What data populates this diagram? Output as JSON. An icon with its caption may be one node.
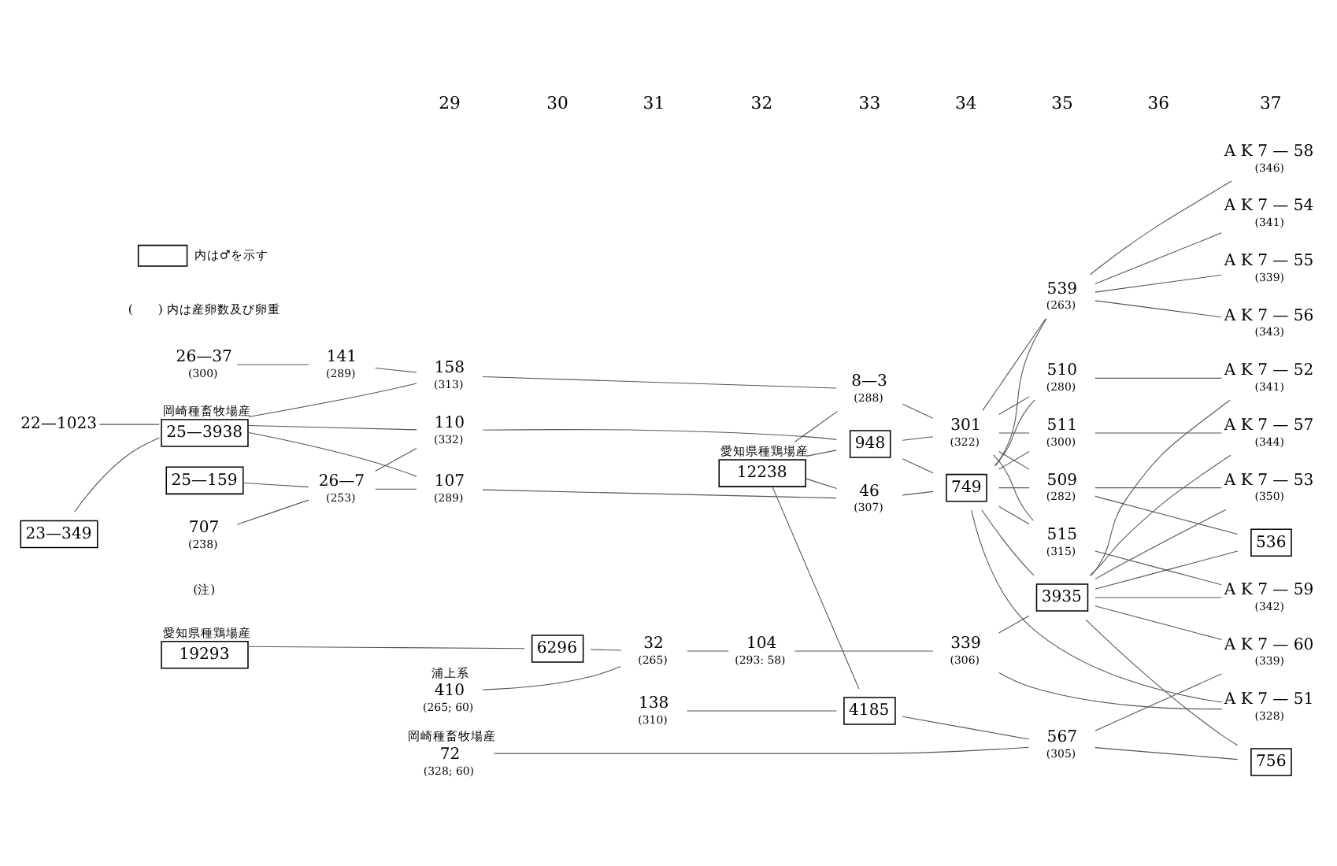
{
  "diagram": {
    "nodes": [
      {
        "text": [
          "浦上系",
          "410",
          "(265; 60)"
        ]
      },
      {
        "text": [
          "32",
          "(265)"
        ]
      },
      {
        "text": [
          "104",
          "(293: 58)"
        ]
      },
      {
        "text": [
          "339",
          "(306)"
        ]
      },
      {
        "text": [
          "A K 7 — 51",
          "(328)"
        ]
      },
      {
        "text": [
          "愛知県種鶏場産",
          "19293"
        ]
      },
      {
        "text": [
          "6296"
        ]
      },
      {
        "text": [
          "愛知県種鶏場産",
          "12238"
        ]
      },
      {
        "text": [
          "A K 7 — 54",
          "(341)"
        ]
      },
      {
        "text": [
          "A K 7 — 55",
          "(339)"
        ]
      },
      {
        "text": [
          "A K 7 — 56",
          "(343)"
        ]
      },
      {
        "text": [
          "A K 7 — 58",
          "(346)"
        ]
      },
      {
        "text": [
          "23—349"
        ]
      },
      {
        "text": [
          "岡崎種畜牧場産",
          "25—3938"
        ]
      },
      {
        "text": [
          "110",
          "(332)"
        ]
      },
      {
        "text": [
          "948"
        ]
      },
      {
        "text": [
          "749"
        ]
      },
      {
        "text": [
          "3935"
        ]
      },
      {
        "text": [
          "22—1023"
        ]
      },
      {
        "text": [
          "25—159"
        ]
      },
      {
        "text": [
          "26—7",
          "(253)"
        ]
      },
      {
        "text": [
          "107",
          "(289)"
        ]
      },
      {
        "text": [
          "46",
          "(307)"
        ]
      },
      {
        "text": [
          "539",
          "(263)"
        ]
      },
      {
        "text": [
          "A K 7 — 52",
          "(341)"
        ]
      },
      {
        "text": [
          "707",
          "(238)"
        ]
      },
      {
        "text": [
          "510",
          "(280)"
        ]
      },
      {
        "text": [
          "26—37",
          "(300)"
        ]
      },
      {
        "text": [
          "141",
          "(289)"
        ]
      },
      {
        "text": [
          "158",
          "(313)"
        ]
      },
      {
        "text": [
          "8—3",
          "(288)"
        ]
      },
      {
        "text": [
          "301",
          "(322)"
        ]
      },
      {
        "text": [
          "509",
          "(282)"
        ]
      },
      {
        "text": [
          "A K 7 — 53",
          "(350)"
        ]
      },
      {
        "text": [
          "536"
        ]
      },
      {
        "text": [
          "515",
          "(315)"
        ]
      },
      {
        "text": [
          "A K 7 — 59",
          "(342)"
        ]
      },
      {
        "text": [
          "511",
          "(300)"
        ]
      },
      {
        "text": [
          "A K 7 — 57",
          "(344)"
        ]
      },
      {
        "text": [
          "138",
          "(310)"
        ]
      },
      {
        "text": [
          "4185"
        ]
      },
      {
        "text": [
          "567",
          "(305)"
        ]
      },
      {
        "text": [
          "A K 7 — 60",
          "(339)"
        ]
      },
      {
        "text": [
          "岡崎種畜牧場産",
          "72",
          "(328; 60)"
        ]
      },
      {
        "text": [
          "756"
        ]
      }
    ],
    "edges": [
      {
        "from": 0,
        "to": 1,
        "arrow": "none"
      },
      {
        "from": 6,
        "to": 1,
        "arrow": "none"
      },
      {
        "from": 5,
        "to": 6,
        "arrow": "none"
      },
      {
        "from": 1,
        "to": 2,
        "arrow": "none"
      },
      {
        "from": 2,
        "to": 3,
        "arrow": "none"
      },
      {
        "from": 3,
        "to": 4,
        "arrow": "none"
      },
      {
        "from": 16,
        "to": 4,
        "arrow": "none"
      },
      {
        "from": 3,
        "to": 17,
        "arrow": "none"
      },
      {
        "from": 12,
        "to": 13,
        "arrow": "none"
      },
      {
        "from": 18,
        "to": 13,
        "arrow": "none"
      },
      {
        "from": 13,
        "to": 14,
        "arrow": "none"
      },
      {
        "from": 13,
        "to": 21,
        "arrow": "none"
      },
      {
        "from": 13,
        "to": 29,
        "arrow": "none"
      },
      {
        "from": 20,
        "to": 14,
        "arrow": "none"
      },
      {
        "from": 19,
        "to": 20,
        "arrow": "none"
      },
      {
        "from": 25,
        "to": 20,
        "arrow": "none"
      },
      {
        "from": 20,
        "to": 21,
        "arrow": "none"
      },
      {
        "from": 27,
        "to": 28,
        "arrow": "none"
      },
      {
        "from": 28,
        "to": 29,
        "arrow": "none"
      },
      {
        "from": 14,
        "to": 15,
        "arrow": "none"
      },
      {
        "from": 21,
        "to": 22,
        "arrow": "none"
      },
      {
        "from": 29,
        "to": 30,
        "arrow": "none"
      },
      {
        "from": 7,
        "to": 15,
        "arrow": "none"
      },
      {
        "from": 7,
        "to": 22,
        "arrow": "none"
      },
      {
        "from": 7,
        "to": 30,
        "arrow": "none"
      },
      {
        "from": 7,
        "to": 40,
        "arrow": "none"
      },
      {
        "from": 15,
        "to": 16,
        "arrow": "none"
      },
      {
        "from": 15,
        "to": 31,
        "arrow": "none"
      },
      {
        "from": 22,
        "to": 16,
        "arrow": "none"
      },
      {
        "from": 30,
        "to": 31,
        "arrow": "none"
      },
      {
        "from": 16,
        "to": 17,
        "arrow": "none"
      },
      {
        "from": 16,
        "to": 23,
        "arrow": "none"
      },
      {
        "from": 16,
        "to": 26,
        "arrow": "none"
      },
      {
        "from": 16,
        "to": 32,
        "arrow": "none"
      },
      {
        "from": 16,
        "to": 35,
        "arrow": "none"
      },
      {
        "from": 16,
        "to": 37,
        "arrow": "none"
      },
      {
        "from": 31,
        "to": 23,
        "arrow": "none"
      },
      {
        "from": 31,
        "to": 26,
        "arrow": "none"
      },
      {
        "from": 31,
        "to": 32,
        "arrow": "none"
      },
      {
        "from": 31,
        "to": 35,
        "arrow": "none"
      },
      {
        "from": 31,
        "to": 37,
        "arrow": "none"
      },
      {
        "from": 17,
        "to": 24,
        "arrow": "none"
      },
      {
        "from": 17,
        "to": 33,
        "arrow": "none"
      },
      {
        "from": 17,
        "to": 34,
        "arrow": "none"
      },
      {
        "from": 17,
        "to": 36,
        "arrow": "none"
      },
      {
        "from": 17,
        "to": 38,
        "arrow": "none"
      },
      {
        "from": 17,
        "to": 42,
        "arrow": "none"
      },
      {
        "from": 17,
        "to": 44,
        "arrow": "none"
      },
      {
        "from": 23,
        "to": 8,
        "arrow": "none"
      },
      {
        "from": 23,
        "to": 9,
        "arrow": "none"
      },
      {
        "from": 23,
        "to": 10,
        "arrow": "none"
      },
      {
        "from": 23,
        "to": 11,
        "arrow": "none"
      },
      {
        "from": 26,
        "to": 24,
        "arrow": "none"
      },
      {
        "from": 32,
        "to": 33,
        "arrow": "none"
      },
      {
        "from": 32,
        "to": 34,
        "arrow": "none"
      },
      {
        "from": 35,
        "to": 36,
        "arrow": "none"
      },
      {
        "from": 37,
        "to": 38,
        "arrow": "none"
      },
      {
        "from": 39,
        "to": 40,
        "arrow": "none"
      },
      {
        "from": 40,
        "to": 41,
        "arrow": "none"
      },
      {
        "from": 43,
        "to": 41,
        "arrow": "none"
      },
      {
        "from": 41,
        "to": 42,
        "arrow": "none"
      },
      {
        "from": 41,
        "to": 44,
        "arrow": "none"
      }
    ],
    "labels": [
      "29",
      "30",
      "31",
      "32",
      "33",
      "34",
      "35",
      "36",
      "37",
      "(注)",
      "(　　) 内は産卵数及び卵重"
    ],
    "legend": [
      {
        "text": "内は♂を示す"
      }
    ]
  }
}
